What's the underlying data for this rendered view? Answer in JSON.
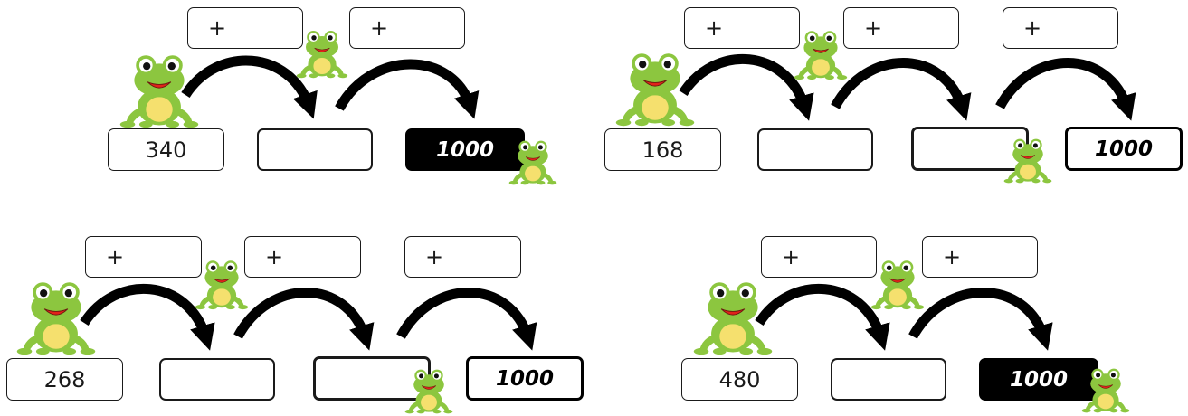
{
  "colors": {
    "ink": "#000000",
    "frog_green": "#8cc63f",
    "frog_belly": "#f5e06e",
    "frog_mouth": "#e2231a"
  },
  "icons": [
    "frog-icon",
    "jump-arrow-icon"
  ],
  "puzzles": [
    {
      "start": "340",
      "target": "1000",
      "ops": [
        "+",
        "+"
      ]
    },
    {
      "start": "168",
      "target": "1000",
      "ops": [
        "+",
        "+",
        "+"
      ]
    },
    {
      "start": "268",
      "target": "1000",
      "ops": [
        "+",
        "+",
        "+"
      ]
    },
    {
      "start": "480",
      "target": "1000",
      "ops": [
        "+",
        "+"
      ]
    }
  ]
}
